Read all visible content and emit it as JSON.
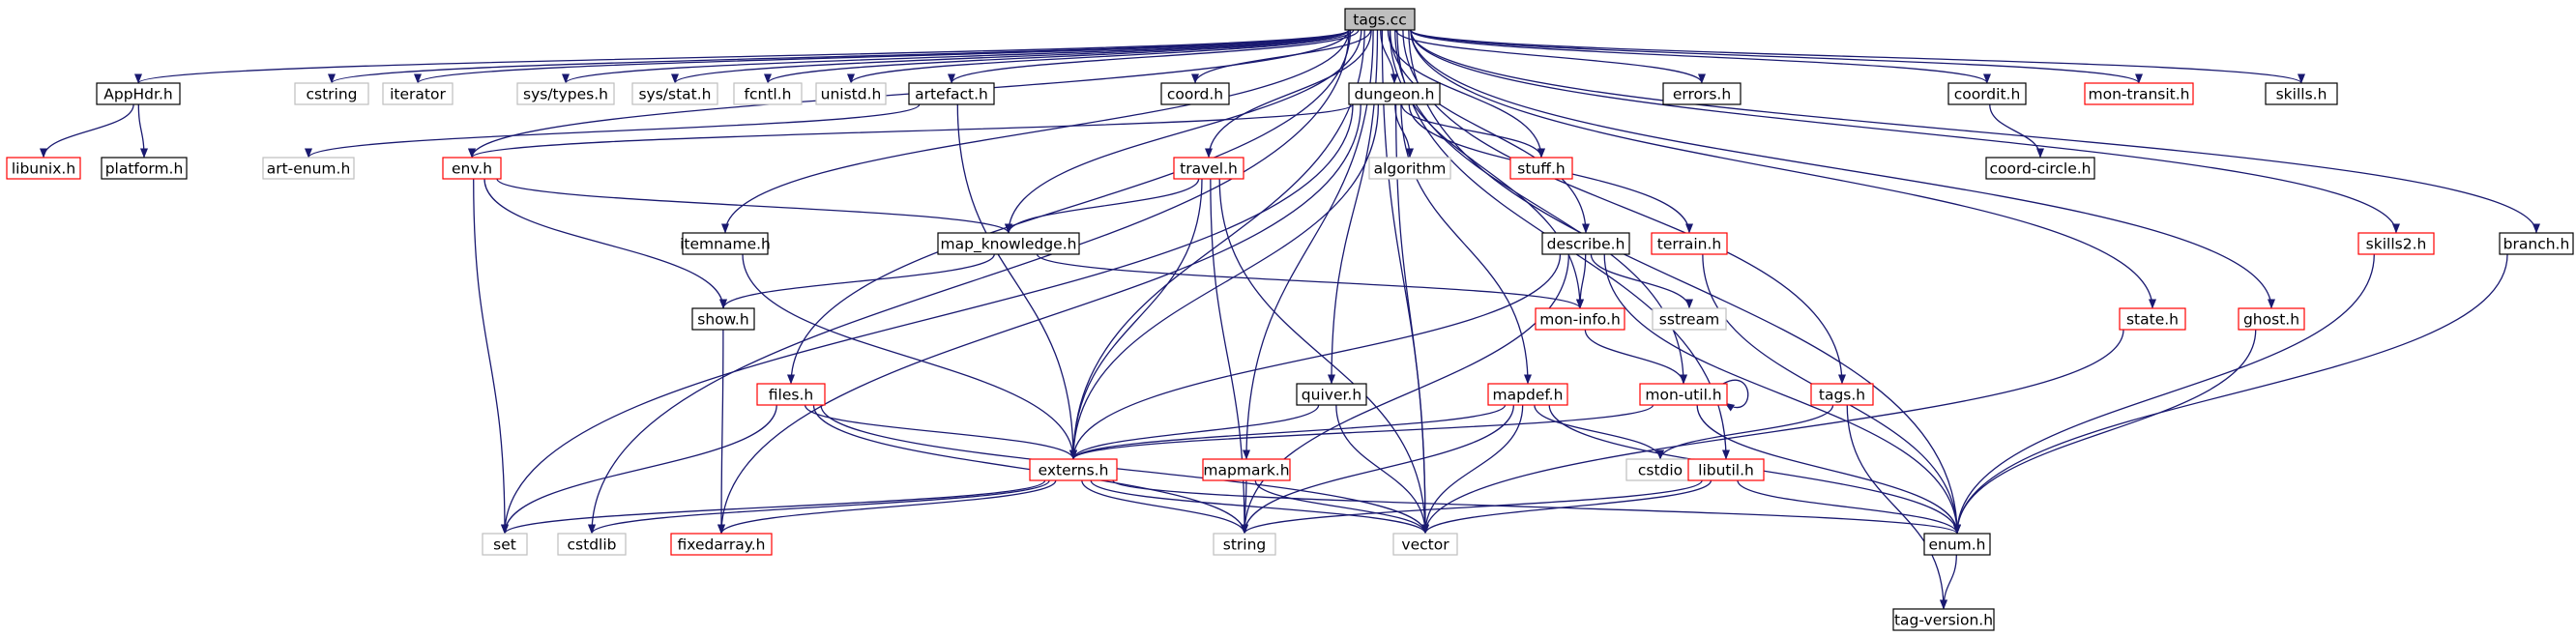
{
  "colors": {
    "edge": "#191970",
    "box_black": "#000000",
    "box_red": "#ff0000",
    "box_gray": "#bfbfbf",
    "root_fill": "#bfbfbf",
    "text": "#000000"
  },
  "nodes": {
    "tags_cc": "tags.cc",
    "apphdr_h": "AppHdr.h",
    "cstring": "cstring",
    "iterator": "iterator",
    "sys_types_h": "sys/types.h",
    "sys_stat_h": "sys/stat.h",
    "fcntl_h": "fcntl.h",
    "unistd_h": "unistd.h",
    "artefact_h": "artefact.h",
    "coord_h": "coord.h",
    "dungeon_h": "dungeon.h",
    "errors_h": "errors.h",
    "coordit_h": "coordit.h",
    "mon_transit_h": "mon-transit.h",
    "skills_h": "skills.h",
    "libunix_h": "libunix.h",
    "platform_h": "platform.h",
    "art_enum_h": "art-enum.h",
    "env_h": "env.h",
    "travel_h": "travel.h",
    "algorithm": "algorithm",
    "stuff_h": "stuff.h",
    "coord_circle_h": "coord-circle.h",
    "itemname_h": "itemname.h",
    "map_knowledge_h": "map_knowledge.h",
    "describe_h": "describe.h",
    "terrain_h": "terrain.h",
    "skills2_h": "skills2.h",
    "branch_h": "branch.h",
    "show_h": "show.h",
    "mon_info_h": "mon-info.h",
    "sstream": "sstream",
    "state_h": "state.h",
    "ghost_h": "ghost.h",
    "files_h": "files.h",
    "quiver_h": "quiver.h",
    "mapdef_h": "mapdef.h",
    "mon_util_h": "mon-util.h",
    "tags_h": "tags.h",
    "externs_h": "externs.h",
    "mapmark_h": "mapmark.h",
    "cstdio": "cstdio",
    "libutil_h": "libutil.h",
    "set": "set",
    "cstdlib": "cstdlib",
    "fixedarray_h": "fixedarray.h",
    "string": "string",
    "vector": "vector",
    "enum_h": "enum.h",
    "tag_version_h": "tag-version.h"
  }
}
